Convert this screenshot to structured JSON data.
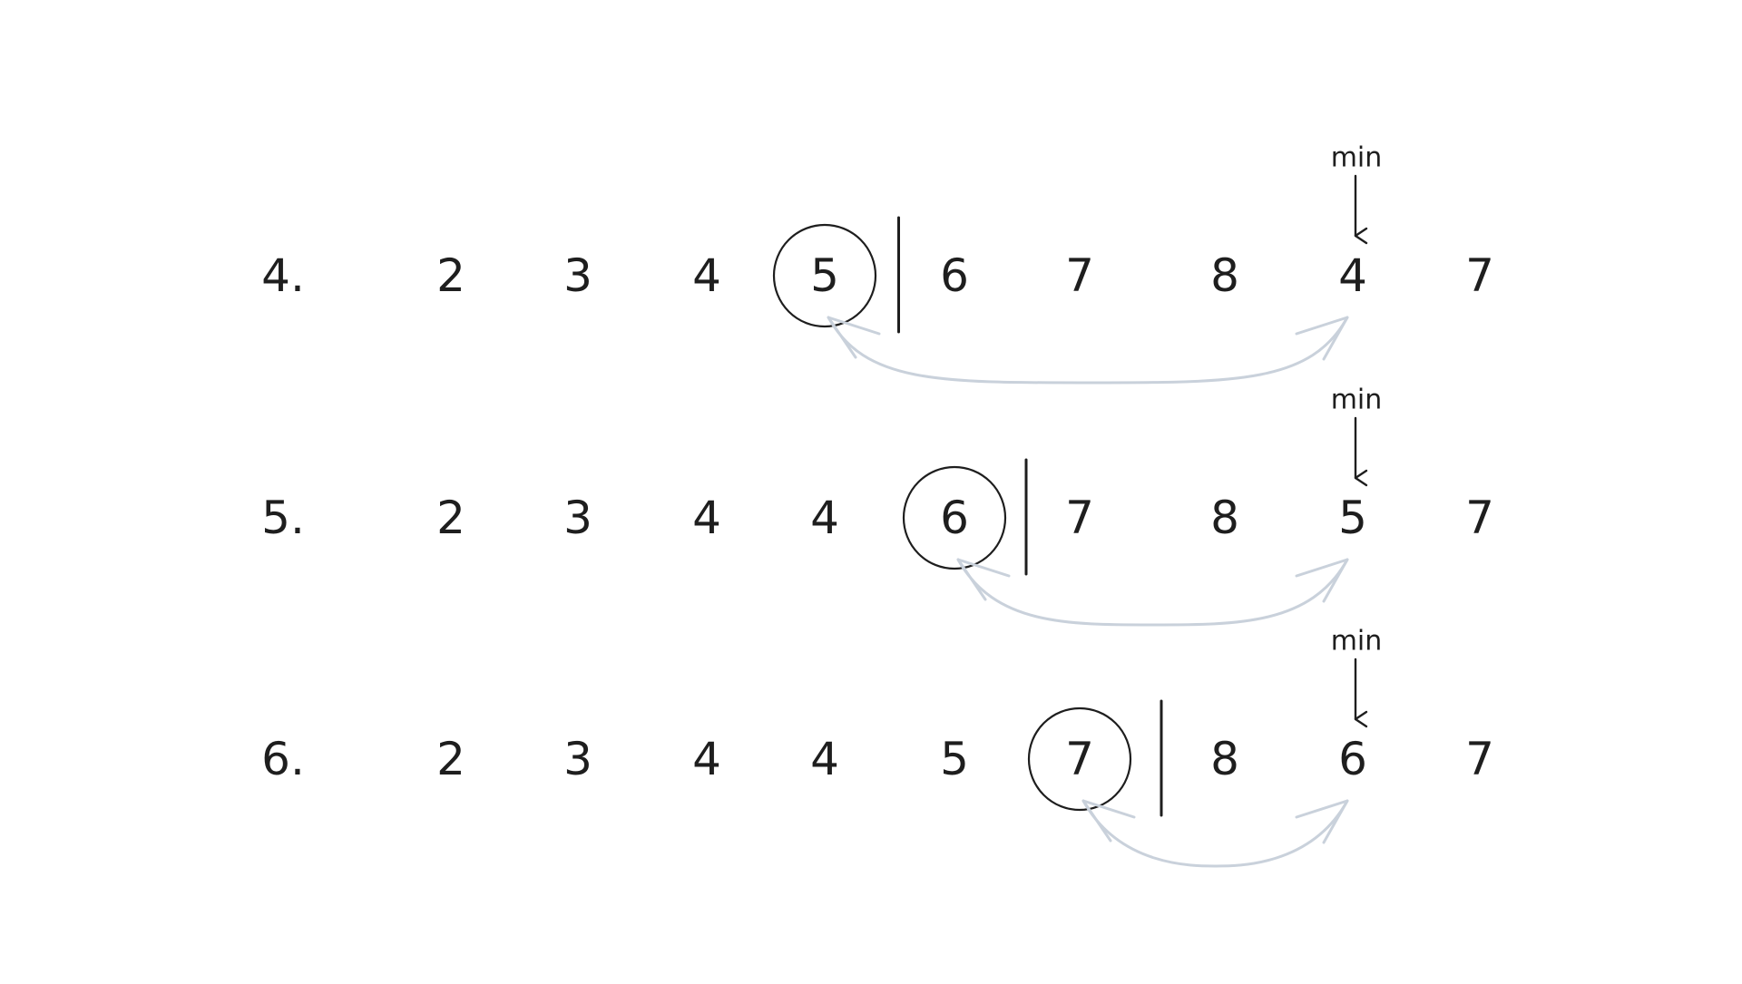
{
  "diagram": {
    "colors": {
      "ink": "#1e1e1e",
      "swap_arrow": "#c9d1db",
      "background": "#ffffff"
    },
    "rows": [
      {
        "step_label": "4.",
        "values": [
          "2",
          "3",
          "4",
          "5",
          "6",
          "7",
          "8",
          "4",
          "7"
        ],
        "circled_index": 3,
        "min_label": "min",
        "min_index": 7
      },
      {
        "step_label": "5.",
        "values": [
          "2",
          "3",
          "4",
          "4",
          "6",
          "7",
          "8",
          "5",
          "7"
        ],
        "circled_index": 4,
        "min_label": "min",
        "min_index": 7
      },
      {
        "step_label": "6.",
        "values": [
          "2",
          "3",
          "4",
          "4",
          "5",
          "7",
          "8",
          "6",
          "7"
        ],
        "circled_index": 5,
        "min_label": "min",
        "min_index": 7
      }
    ]
  }
}
